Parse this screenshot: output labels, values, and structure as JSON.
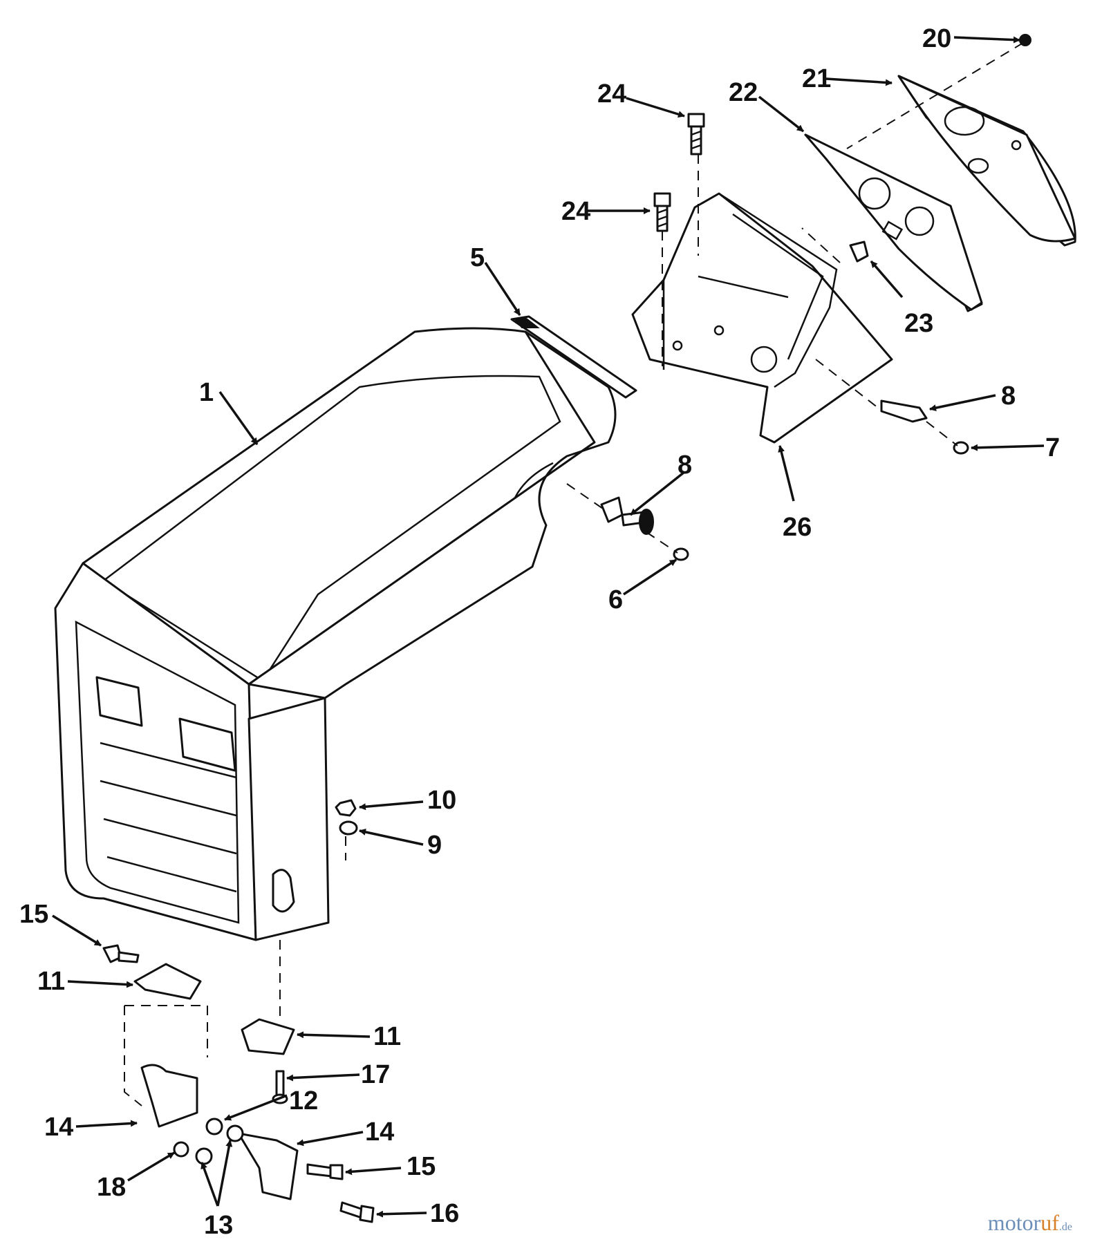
{
  "diagram": {
    "callouts": [
      "1",
      "5",
      "6",
      "7",
      "8",
      "8",
      "9",
      "10",
      "11",
      "11",
      "12",
      "13",
      "14",
      "14",
      "15",
      "15",
      "16",
      "17",
      "18",
      "20",
      "21",
      "22",
      "23",
      "24",
      "24",
      "26"
    ]
  },
  "watermark": {
    "brand_main": "motor",
    "brand_accent": "uf",
    "brand_tld": ".de"
  }
}
